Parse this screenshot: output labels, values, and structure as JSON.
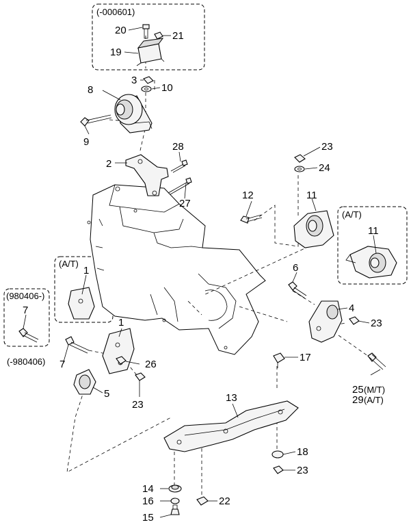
{
  "callouts": {
    "c1a": "1",
    "c1b": "1",
    "c2": "2",
    "c3": "3",
    "c4": "4",
    "c5": "5",
    "c6": "6",
    "c7a": "7",
    "c7b": "7",
    "c8": "8",
    "c9": "9",
    "c10": "10",
    "c11a": "11",
    "c11b": "11",
    "c12": "12",
    "c13": "13",
    "c14": "14",
    "c15": "15",
    "c16": "16",
    "c17": "17",
    "c18": "18",
    "c19": "19",
    "c20": "20",
    "c21": "21",
    "c22": "22",
    "c23a": "23",
    "c23b": "23",
    "c23c": "23",
    "c23d": "23",
    "c24": "24",
    "c25": "25",
    "c26": "26",
    "c27": "27",
    "c28": "28",
    "c29": "29"
  },
  "notes": {
    "top_box": "(-000601)",
    "at_left": "(A/T)",
    "at_right": "(A/T)",
    "date_after": "(980406-)",
    "date_before": "(-980406)",
    "mt": "(M/T)",
    "at_suffix": "(A/T)"
  }
}
